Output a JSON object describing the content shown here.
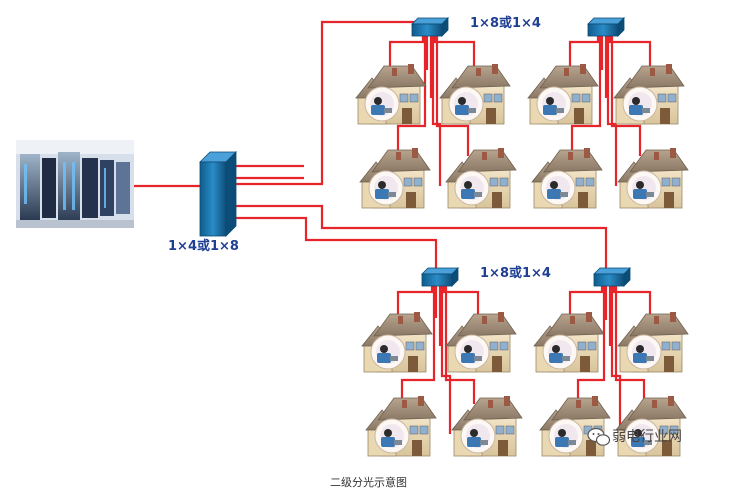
{
  "diagram": {
    "source_label": "",
    "first_stage_label": "1×4或1×8",
    "second_stage_labels": [
      "1×8或1×4",
      "1×8或1×4"
    ],
    "caption": "二级分光示意图",
    "watermark": "弱电行业网",
    "colors": {
      "fiber": "#e8242b",
      "splitter": "#1b6fa6",
      "label": "#1f3f92"
    },
    "icons": [
      "server-room-image",
      "splitter-icon",
      "house-icon",
      "wechat-icon"
    ]
  }
}
